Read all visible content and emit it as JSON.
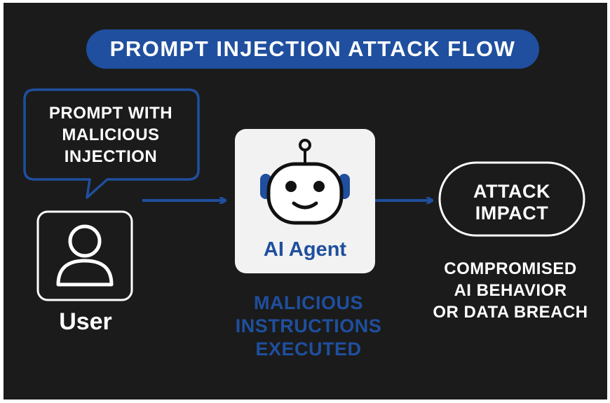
{
  "diagram": {
    "title": "PROMPT INJECTION ATTACK FLOW",
    "user": {
      "speech_bubble_lines": [
        "PROMPT WITH",
        "MALICIOUS",
        "INJECTION"
      ],
      "label": "User",
      "icon": "user-icon"
    },
    "agent": {
      "label": "AI Agent",
      "icon": "robot-icon",
      "caption_lines": [
        "MALICIOUS",
        "INSTRUCTIONS",
        "EXECUTED"
      ]
    },
    "impact": {
      "label_lines": [
        "ATTACK",
        "IMPACT"
      ],
      "caption_lines": [
        "COMPROMISED",
        "AI BEHAVIOR",
        "OR DATA BREACH"
      ]
    },
    "colors": {
      "background": "#1b1b1b",
      "accent_blue": "#1f4f9e",
      "text_white": "#ffffff",
      "card": "#f2f2f2"
    }
  }
}
